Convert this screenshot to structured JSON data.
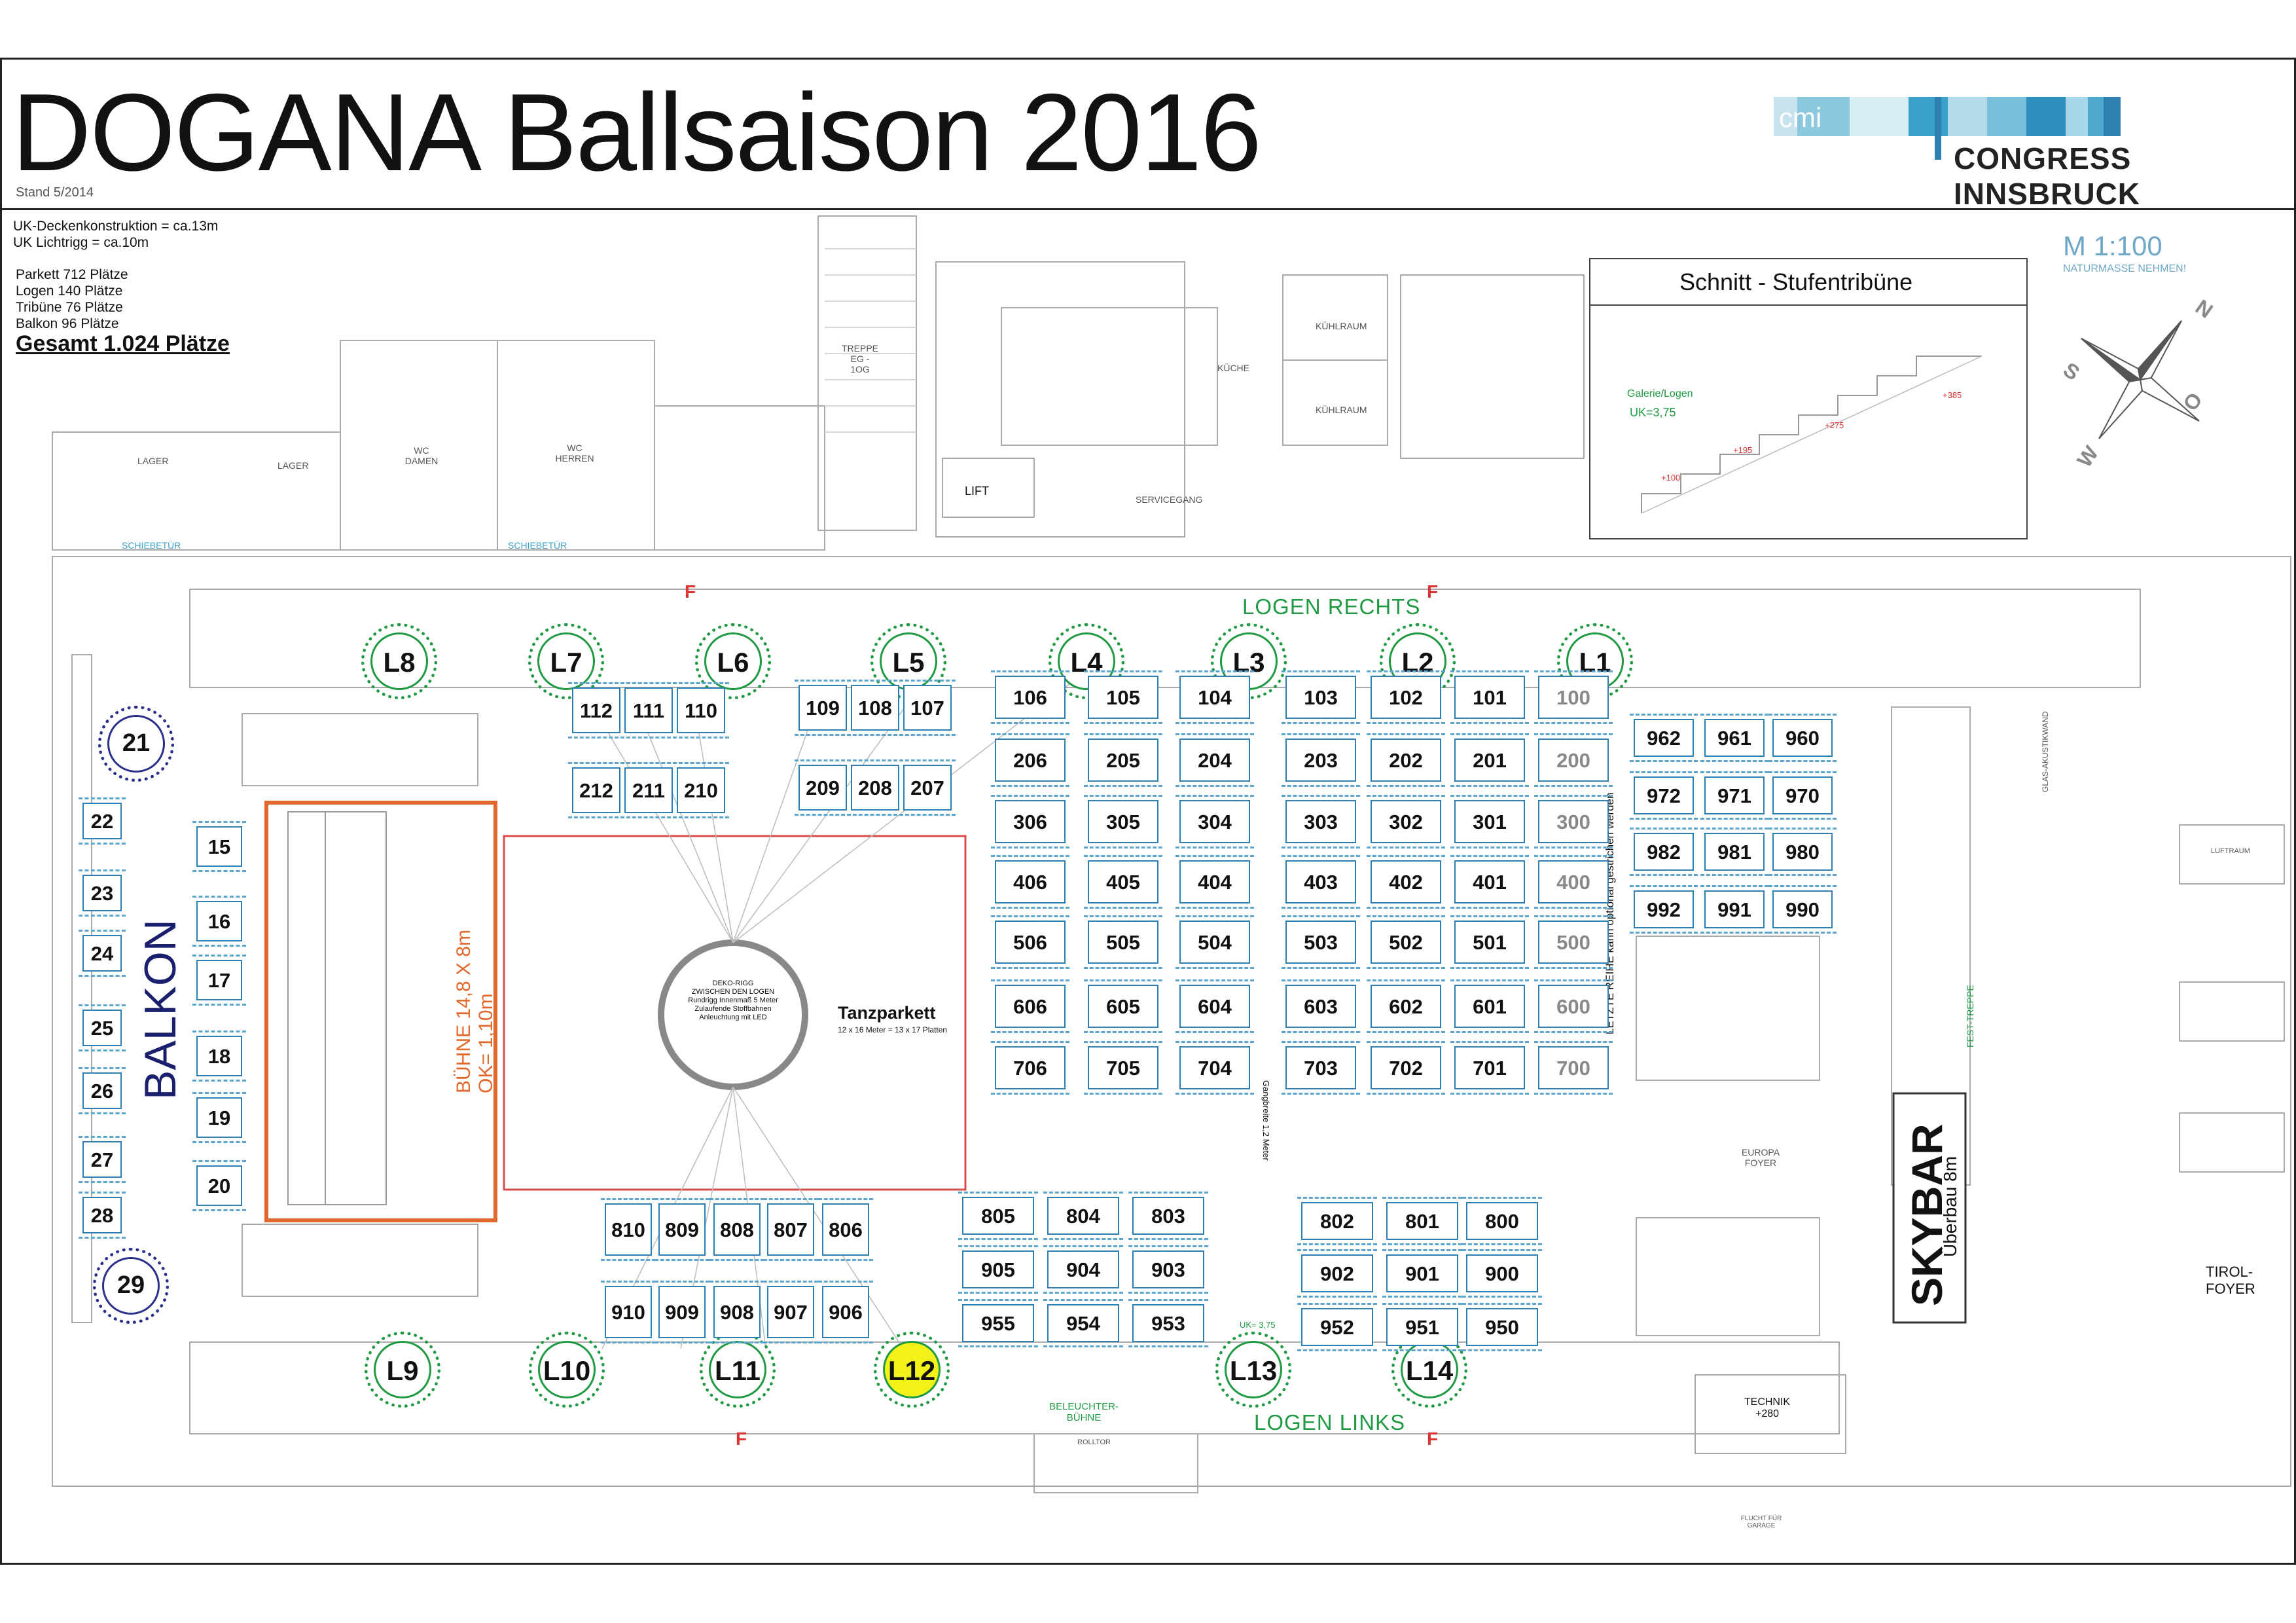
{
  "title": "DOGANA Ballsaison 2016",
  "stand": "Stand  5/2014",
  "ceiling": [
    "UK-Deckenkonstruktion = ca.13m",
    "UK Lichtrigg = ca.10m"
  ],
  "capacity": [
    "Parkett 712 Plätze",
    "Logen 140 Plätze",
    "Tribüne 76 Plätze",
    "Balkon 96 Plätze"
  ],
  "total": "Gesamt 1.024 Plätze",
  "logo": {
    "mark": "cmi",
    "name": "CONGRESS INNSBRUCK",
    "accent": "#3aa0c8"
  },
  "scale": "M 1:100",
  "scale_note": "NATURMASSE NEHMEN!",
  "section": {
    "title": "Schnitt - Stufentribüne",
    "galerie": "Galerie/Logen",
    "uk": "UK=3,75",
    "levels": [
      "+100",
      "+195",
      "+275",
      "+385"
    ]
  },
  "compass": [
    "N",
    "O",
    "S",
    "W"
  ],
  "rooms": {
    "lager1": "LAGER",
    "lager2": "LAGER",
    "wc_damen": "WC DAMEN",
    "wc_herren": "WC HERREN",
    "lift": "LIFT",
    "kuehlraum1": "KÜHLRAUM",
    "kuehlraum2": "KÜHLRAUM",
    "kueche": "KÜCHE",
    "servicegang": "SERVICEGANG",
    "treppe": "TREPPE EG - 1OG",
    "schiebetuer1": "SCHIEBETÜR",
    "schiebetuer2": "SCHIEBETÜR",
    "europa": "EUROPA FOYER",
    "tirol": "TIROL-FOYER",
    "technik": "TECHNIK +280",
    "beleuchter": "BELEUCHTER-BÜHNE",
    "fest_treppe": "FEST-TREPPE",
    "rolltor": "ROLLTOR",
    "luftraum": "LUFTRAUM",
    "glas": "GLAS-AKUSTIKWAND",
    "flucht": "FLUCHT FÜR GARAGE"
  },
  "logen_rechts": "LOGEN RECHTS",
  "logen_links": "LOGEN LINKS",
  "balkon": "BALKON",
  "buehne": [
    "BÜHNE 14,8 X 8m",
    "OK= 1,10m"
  ],
  "tanzparkett": {
    "title": "Tanzparkett",
    "sub": "12 x 16 Meter = 13 x 17 Platten"
  },
  "deko": [
    "DEKO-RIGG",
    "ZWISCHEN DEN LOGEN",
    "Rundrigg Innenmaß 5 Meter",
    "Zulaufende Stoffbahnen",
    "Anleuchtung mit LED"
  ],
  "gang": "Gangbreite 1,2 Meter",
  "letzte_reihe": "LETZTE REIHE kann optional gestrichen werden",
  "skybar": {
    "title": "SKYBAR",
    "sub": "Überbau 8m"
  },
  "uk_note": "UK= 3,75",
  "fire_mark": "F",
  "logen_top": [
    "L8",
    "L7",
    "L6",
    "L5",
    "L4",
    "L3",
    "L2",
    "L1"
  ],
  "logen_bottom": [
    "L9",
    "L10",
    "L11",
    "L12",
    "L13",
    "L14"
  ],
  "balkon_tables": [
    "21",
    "22",
    "23",
    "24",
    "25",
    "26",
    "27",
    "28",
    "29"
  ],
  "tribune_tables": [
    "15",
    "16",
    "17",
    "18",
    "19",
    "20"
  ],
  "upper_left_rows": [
    [
      "112",
      "111",
      "110"
    ],
    [
      "212",
      "211",
      "210"
    ]
  ],
  "upper_mid_rows": [
    [
      "109",
      "108",
      "107"
    ],
    [
      "209",
      "208",
      "207"
    ]
  ],
  "main_rows": [
    [
      "106",
      "105",
      "104",
      "103",
      "102",
      "101",
      "100"
    ],
    [
      "206",
      "205",
      "204",
      "203",
      "202",
      "201",
      "200"
    ],
    [
      "306",
      "305",
      "304",
      "303",
      "302",
      "301",
      "300"
    ],
    [
      "406",
      "405",
      "404",
      "403",
      "402",
      "401",
      "400"
    ],
    [
      "506",
      "505",
      "504",
      "503",
      "502",
      "501",
      "500"
    ],
    [
      "606",
      "605",
      "604",
      "603",
      "602",
      "601",
      "600"
    ],
    [
      "706",
      "705",
      "704",
      "703",
      "702",
      "701",
      "700"
    ]
  ],
  "galerie_rows": [
    [
      "962",
      "961",
      "960"
    ],
    [
      "972",
      "971",
      "970"
    ],
    [
      "982",
      "981",
      "980"
    ],
    [
      "992",
      "991",
      "990"
    ]
  ],
  "lower_left_rows": [
    [
      "810",
      "809",
      "808",
      "807",
      "806"
    ],
    [
      "910",
      "909",
      "908",
      "907",
      "906"
    ]
  ],
  "lower_mid_rows": [
    [
      "805",
      "804",
      "803"
    ],
    [
      "905",
      "904",
      "903"
    ],
    [
      "955",
      "954",
      "953"
    ]
  ],
  "lower_right_rows": [
    [
      "802",
      "801",
      "800"
    ],
    [
      "902",
      "901",
      "900"
    ],
    [
      "952",
      "951",
      "950"
    ]
  ],
  "highlight_color": "#f2f21a"
}
